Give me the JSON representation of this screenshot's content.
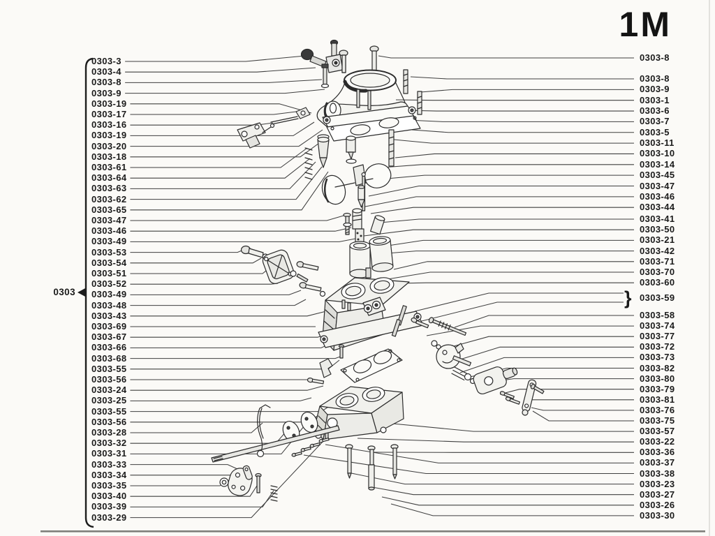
{
  "page_code": "1M",
  "group_label": "0303",
  "right_brace": "}",
  "left_labels": [
    "0303-3",
    "0303-4",
    "0303-8",
    "0303-9",
    "0303-19",
    "0303-17",
    "0303-16",
    "0303-19",
    "0303-20",
    "0303-18",
    "0303-61",
    "0303-64",
    "0303-63",
    "0303-62",
    "0303-65",
    "0303-47",
    "0303-46",
    "0303-49",
    "0303-53",
    "0303-54",
    "0303-51",
    "0303-52",
    "0303-49",
    "0303-48",
    "0303-43",
    "0303-69",
    "0303-67",
    "0303-66",
    "0303-68",
    "0303-55",
    "0303-56",
    "0303-24",
    "0303-25",
    "0303-55",
    "0303-56",
    "0303-28",
    "0303-32",
    "0303-31",
    "0303-33",
    "0303-34",
    "0303-35",
    "0303-40",
    "0303-39",
    "0303-29"
  ],
  "right_label_top": "0303-8",
  "right_labels": [
    "0303-8",
    "0303-9",
    "0303-1",
    "0303-6",
    "0303-7",
    "0303-5",
    "0303-11",
    "0303-10",
    "0303-14",
    "0303-45",
    "0303-47",
    "0303-46",
    "0303-44",
    "0303-41",
    "0303-50",
    "0303-21",
    "0303-42",
    "0303-71",
    "0303-70",
    "0303-60",
    "0303-59",
    "0303-58",
    "0303-74",
    "0303-77",
    "0303-72",
    "0303-73",
    "0303-82",
    "0303-80",
    "0303-79",
    "0303-81",
    "0303-76",
    "0303-75",
    "0303-57",
    "0303-22",
    "0303-36",
    "0303-37",
    "0303-38",
    "0303-23",
    "0303-27",
    "0303-26",
    "0303-30"
  ],
  "colors": {
    "ink": "#1b1b1b",
    "paper": "#fbfaf7",
    "leader_line": "#3f3f3f"
  }
}
